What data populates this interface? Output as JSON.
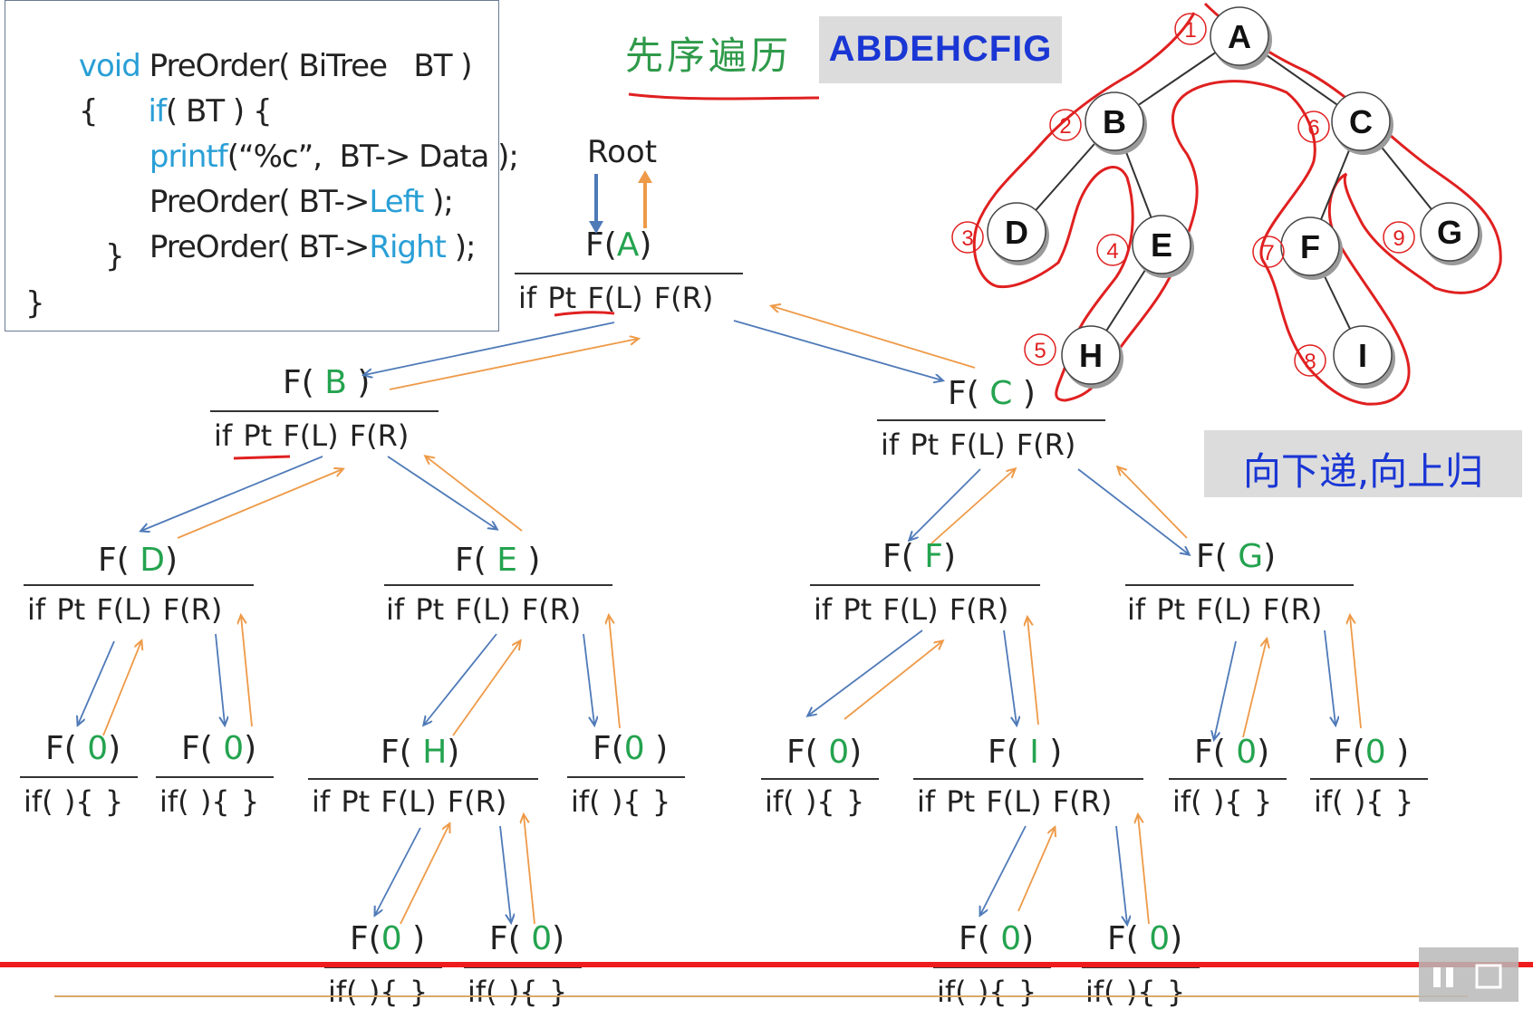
{
  "code": {
    "line1_kw": "void",
    "line1_rest": "PreOrder( BiTree   BT )",
    "line2_brace": "{",
    "line2_kw": "if",
    "line2_rest": "( BT ) {",
    "line3_kw": "printf",
    "line3_rest": "(“%c”,  BT-> Data );",
    "line4_a": "PreOrder( BT->",
    "line4_kw": "Left",
    "line4_b": " );",
    "line5_a": "PreOrder( BT->",
    "line5_kw": "Right",
    "line5_b": " );",
    "line6": "}",
    "line7": "}"
  },
  "title": "先序遍历",
  "sequence": "ABDEHCFIG",
  "motto": "向下递,向上归",
  "root_label": "Root",
  "row_labels": {
    "full": "if   Pt   F(L)   F(R)",
    "empty": "if(  ){      }"
  },
  "call_prefix": "F(",
  "call_suffix": ")",
  "calls": {
    "A": "A",
    "B": "B",
    "C": "C",
    "D": "D",
    "E": "E",
    "F": "F",
    "G": "G",
    "H": "H",
    "I": "I",
    "null": "0"
  },
  "tree": {
    "nodes": [
      {
        "id": "A",
        "label": "A",
        "order": "1"
      },
      {
        "id": "B",
        "label": "B",
        "order": "2"
      },
      {
        "id": "C",
        "label": "C",
        "order": "6"
      },
      {
        "id": "D",
        "label": "D",
        "order": "3"
      },
      {
        "id": "E",
        "label": "E",
        "order": "4"
      },
      {
        "id": "F",
        "label": "F",
        "order": "7"
      },
      {
        "id": "G",
        "label": "G",
        "order": "9"
      },
      {
        "id": "H",
        "label": "H",
        "order": "5"
      },
      {
        "id": "I",
        "label": "I",
        "order": "8"
      }
    ],
    "edges": [
      [
        "A",
        "B"
      ],
      [
        "A",
        "C"
      ],
      [
        "B",
        "D"
      ],
      [
        "B",
        "E"
      ],
      [
        "E",
        "H"
      ],
      [
        "C",
        "F"
      ],
      [
        "C",
        "G"
      ],
      [
        "F",
        "I"
      ]
    ]
  },
  "colors": {
    "descend_arrow": "#4f7ab8",
    "return_arrow": "#ee9a48",
    "traversal_outline": "#e02020",
    "node_letter_green": "#24a34f",
    "keyword_blue": "#2a9fd6",
    "highlight_blue": "#1a36d4",
    "progress_bar": "#ee1c1c"
  }
}
